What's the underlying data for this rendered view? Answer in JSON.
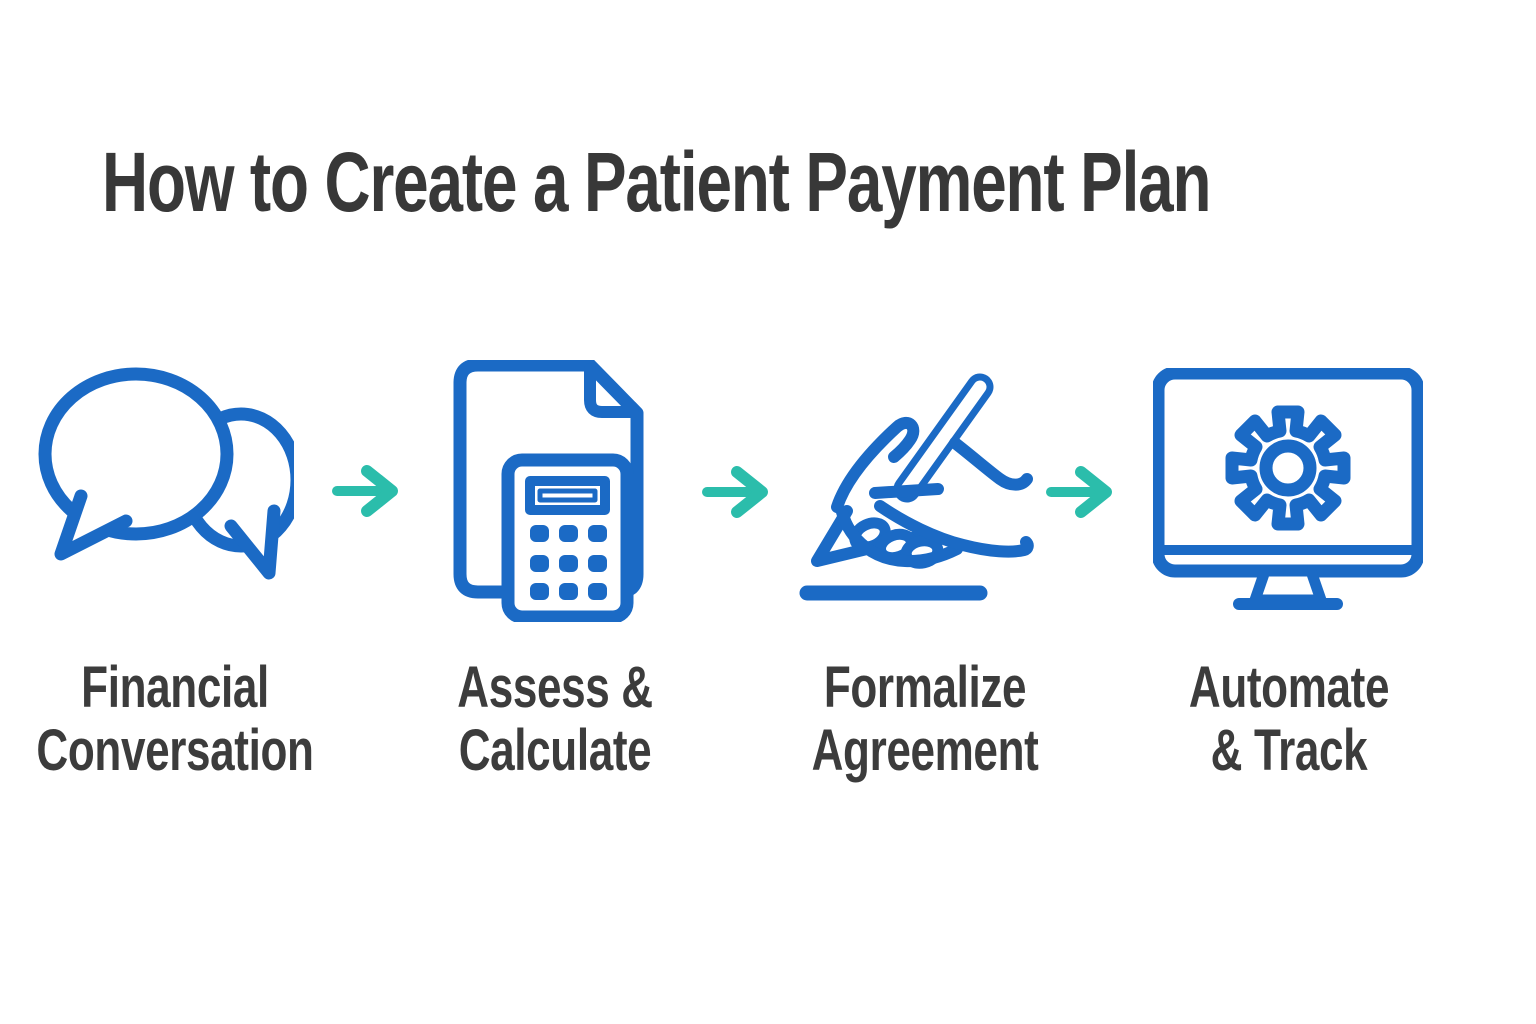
{
  "title": "How to Create a Patient Payment Plan",
  "colors": {
    "icon_blue": "#1B6AC5",
    "arrow_teal": "#2BBDAB",
    "title_color": "#383838",
    "label_color": "#3C3C3C"
  },
  "steps": [
    {
      "icon": "speech-bubbles-icon",
      "label_line1": "Financial",
      "label_line2": "Conversation"
    },
    {
      "icon": "document-calculator-icon",
      "label_line1": "Assess &",
      "label_line2": "Calculate"
    },
    {
      "icon": "signing-hand-icon",
      "label_line1": "Formalize",
      "label_line2": "Agreement"
    },
    {
      "icon": "monitor-gear-icon",
      "label_line1": "Automate",
      "label_line2": "& Track"
    }
  ],
  "arrow": {
    "icon": "arrow-right-icon",
    "direction": "right",
    "count": 3
  }
}
